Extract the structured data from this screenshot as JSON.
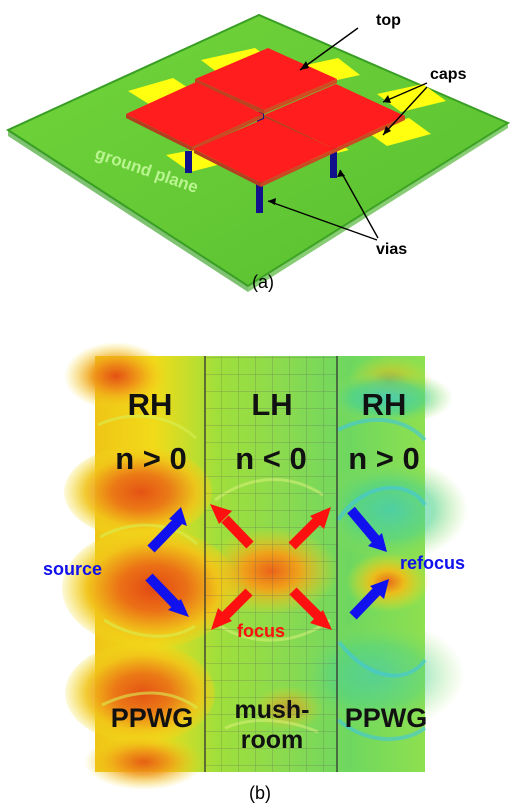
{
  "panel_a": {
    "labels": {
      "top": "top",
      "caps": "caps",
      "ground_plane": "ground plane",
      "vias": "vias"
    },
    "caption": "(a)",
    "colors": {
      "ground": "#66cc33",
      "ground_edge": "#2f8b17",
      "cap_plate": "#ff1f1f",
      "cap_edge": "#b23a1f",
      "cap_under": "#ffff11",
      "via": "#11118c",
      "label": "#000000",
      "ground_text": "#b8f08c"
    }
  },
  "panel_b": {
    "regions": {
      "left_title": "RH",
      "left_index": "n > 0",
      "middle_title": "LH",
      "middle_index": "n < 0",
      "right_title": "RH",
      "right_index": "n > 0"
    },
    "labels": {
      "source": "source",
      "refocus": "refocus",
      "focus": "focus",
      "left_bottom": "PPWG",
      "middle_bottom_line1": "mush-",
      "middle_bottom_line2": "room",
      "right_bottom": "PPWG"
    },
    "caption": "(b)",
    "colors": {
      "arrow_blue": "#1111ee",
      "arrow_red": "#ff1010",
      "region_text": "#111111",
      "grid": "#444444",
      "field_warm": "#e45a16",
      "field_mid": "#f2d317",
      "field_green": "#65d65a",
      "field_cyan": "#44c8c0"
    }
  }
}
